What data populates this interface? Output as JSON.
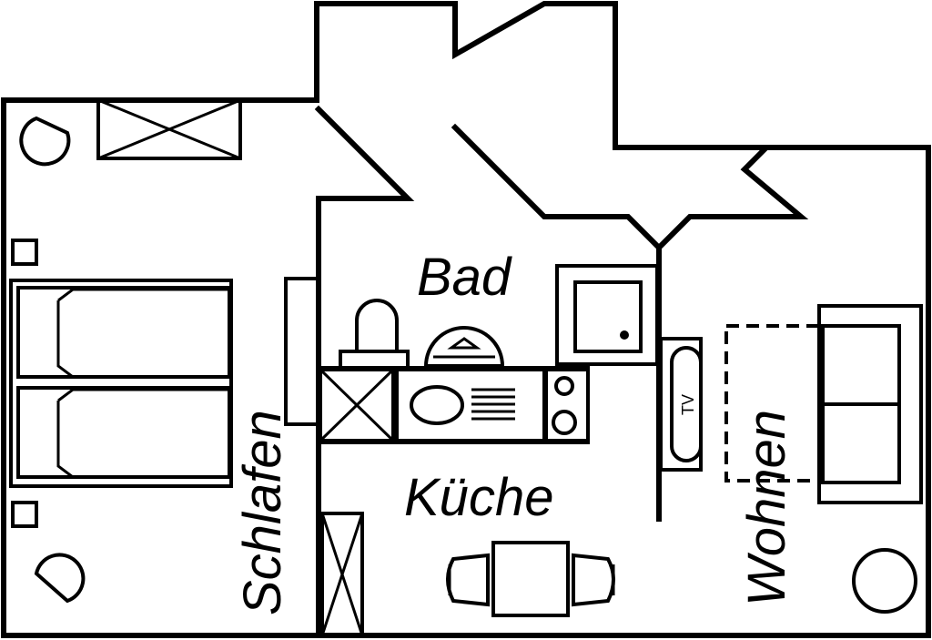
{
  "rooms": {
    "bath": "Bad",
    "kitchen": "Küche",
    "bedroom": "Schlafen",
    "living": "Wohnen"
  },
  "appliances": {
    "tv": "TV"
  }
}
